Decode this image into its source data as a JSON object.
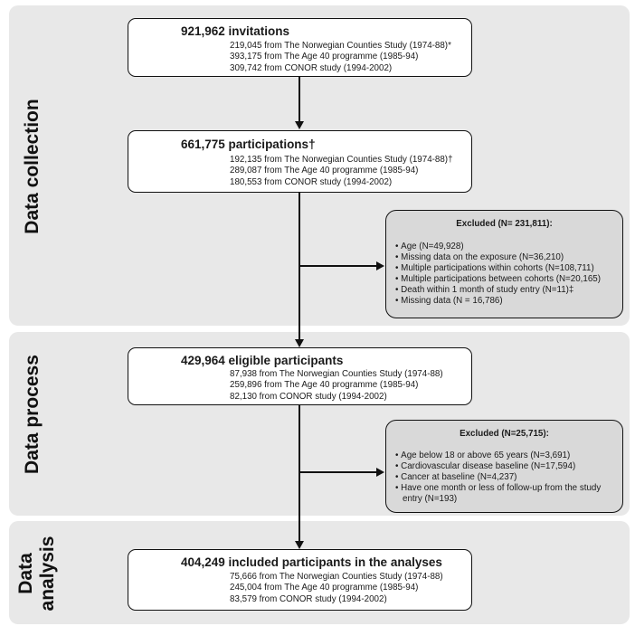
{
  "panels": {
    "collection": "Data collection",
    "process": "Data process",
    "analysis_line1": "Data",
    "analysis_line2": "analysis"
  },
  "invitations": {
    "head": "921,962 invitations",
    "lines": [
      "219,045 from The Norwegian Counties Study (1974-88)*",
      "393,175 from The Age 40 programme (1985-94)",
      "309,742 from CONOR study (1994-2002)"
    ]
  },
  "participations": {
    "head": "661,775 participations†",
    "lines": [
      "192,135 from The Norwegian Counties Study (1974-88)†",
      "289,087 from The Age 40 programme (1985-94)",
      "180,553 from CONOR study (1994-2002)"
    ]
  },
  "excluded1": {
    "title": "Excluded (N= 231,811):",
    "items": [
      "Age (N=49,928)",
      "Missing data on the exposure (N=36,210)",
      "Multiple participations within cohorts (N=108,711)",
      "Multiple participations between cohorts (N=20,165)",
      "Death within 1 month of study entry (N=11)‡",
      "Missing data (N = 16,786)"
    ]
  },
  "eligible": {
    "head": "429,964 eligible participants",
    "lines": [
      "87,938 from The Norwegian Counties Study (1974-88)",
      "259,896 from The Age 40 programme (1985-94)",
      "82,130 from CONOR study (1994-2002)"
    ]
  },
  "excluded2": {
    "title": "Excluded (N=25,715):",
    "items": [
      "Age below 18 or above 65 years (N=3,691)",
      "Cardiovascular disease baseline (N=17,594)",
      "Cancer at baseline (N=4,237)",
      "Have one month or less of follow-up from the study entry (N=193)"
    ]
  },
  "included": {
    "head": "404,249 included participants in the analyses",
    "lines": [
      "75,666 from The Norwegian Counties Study (1974-88)",
      "245,004 from The Age 40 programme (1985-94)",
      "83,579 from CONOR study (1994-2002)"
    ]
  }
}
